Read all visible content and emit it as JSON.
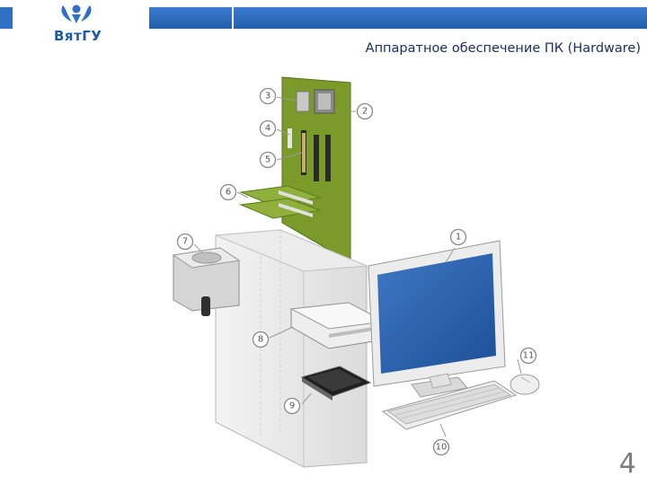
{
  "header": {
    "logo_text": "ВятГУ",
    "title": "Аппаратное обеспечение ПК (Hardware)"
  },
  "figure": {
    "callouts": [
      "3",
      "2",
      "4",
      "5",
      "6",
      "7",
      "1",
      "8",
      "11",
      "9",
      "10"
    ]
  },
  "footer": {
    "page_number": "4"
  },
  "colors": {
    "accent_blue": "#2f6fc4",
    "title_text": "#1a2f66",
    "motherboard_green": "#7a9a2a",
    "screen_blue": "#2a5ea8"
  }
}
